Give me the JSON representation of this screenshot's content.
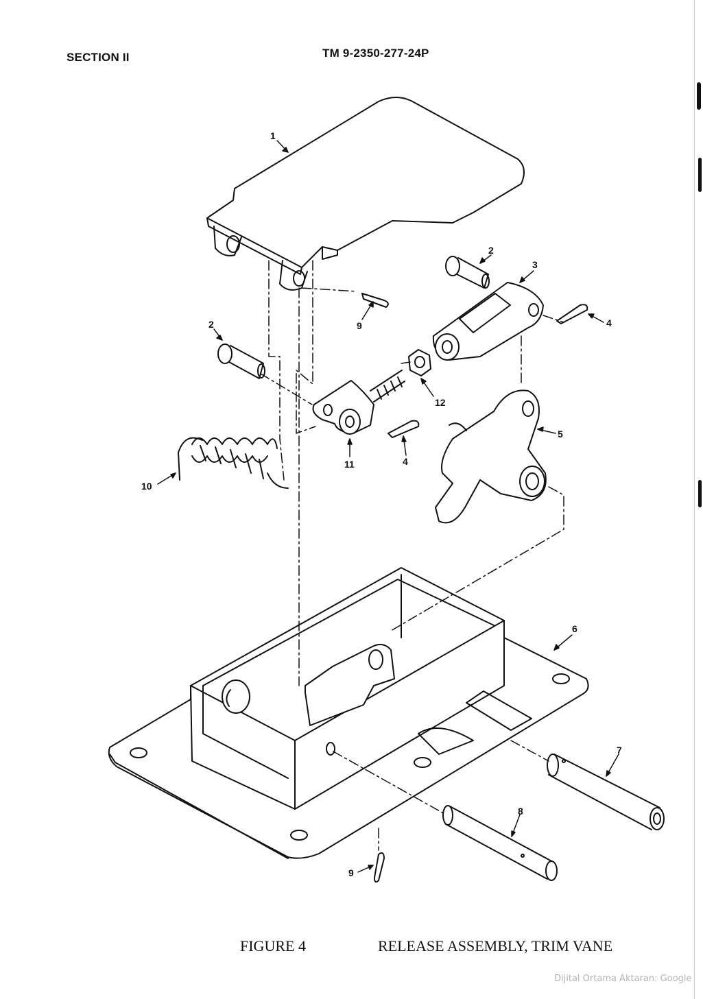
{
  "header": {
    "section": "SECTION II",
    "tm_number": "TM 9-2350-277-24P"
  },
  "figure": {
    "label": "FIGURE 4",
    "title": "RELEASE ASSEMBLY, TRIM VANE"
  },
  "callouts": {
    "c1": "1",
    "c2a": "2",
    "c2b": "2",
    "c3": "3",
    "c4a": "4",
    "c4b": "4",
    "c5": "5",
    "c6": "6",
    "c7": "7",
    "c8": "8",
    "c9a": "9",
    "c9b": "9",
    "c10": "10",
    "c11": "11",
    "c12": "12"
  },
  "watermark": "Dijital Ortama Aktaran: Google"
}
